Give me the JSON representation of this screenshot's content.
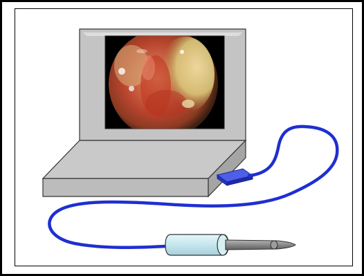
{
  "diagram": {
    "components": [
      {
        "id": "laptop",
        "icon": "laptop-icon"
      },
      {
        "id": "screen",
        "content": "ear-canal-otoscope-image"
      },
      {
        "id": "usb-connector",
        "icon": "usb-plug-icon"
      },
      {
        "id": "cable",
        "icon": "cable-icon"
      },
      {
        "id": "otoscope-probe",
        "icon": "probe-icon"
      }
    ],
    "colors": {
      "frame": "#000000",
      "laptop_body": "#c0c0c0",
      "laptop_side": "#a3a3a3",
      "screen_black": "#000000",
      "cable": "#1f2fd0",
      "usb_plug": "#2a3bd9",
      "probe_handle": "#c9e9ef",
      "probe_tip": "#8c8c8c"
    }
  }
}
